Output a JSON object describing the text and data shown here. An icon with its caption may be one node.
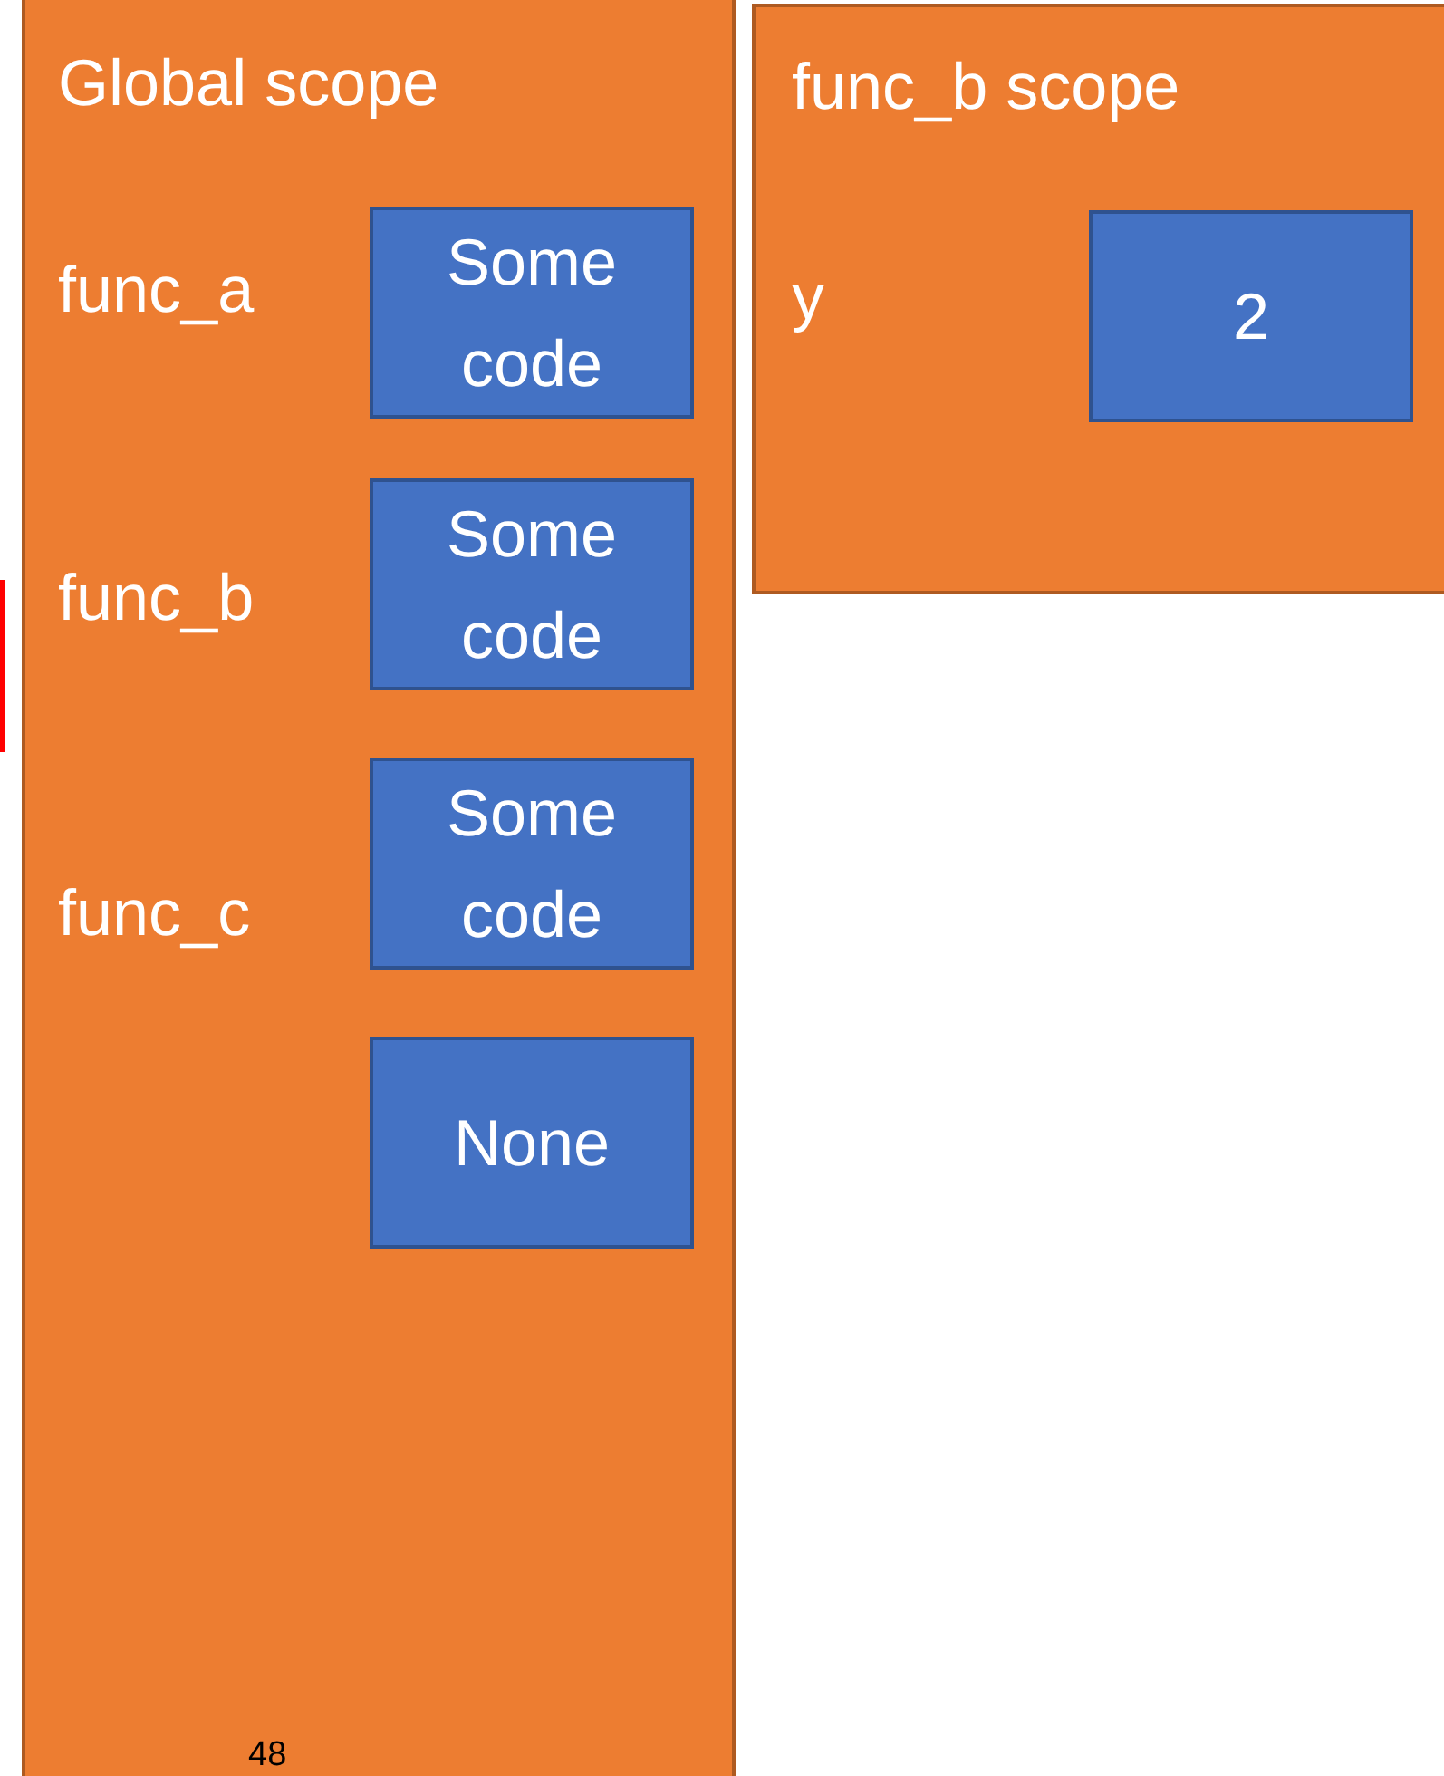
{
  "diagram": {
    "nodes": [
      {
        "text": [
          "Global scope",
          "func_a",
          "func_b",
          "func_c"
        ]
      },
      {
        "text": [
          "Some code"
        ],
        "in": 0
      },
      {
        "text": [
          "Some code"
        ],
        "in": 0
      },
      {
        "text": [
          "Some code"
        ],
        "in": 0
      },
      {
        "text": [
          "None"
        ],
        "in": 0
      },
      {
        "text": [
          "func_b scope",
          "y"
        ]
      },
      {
        "text": [
          "2"
        ],
        "in": 5
      }
    ],
    "labels": [
      "48"
    ]
  }
}
